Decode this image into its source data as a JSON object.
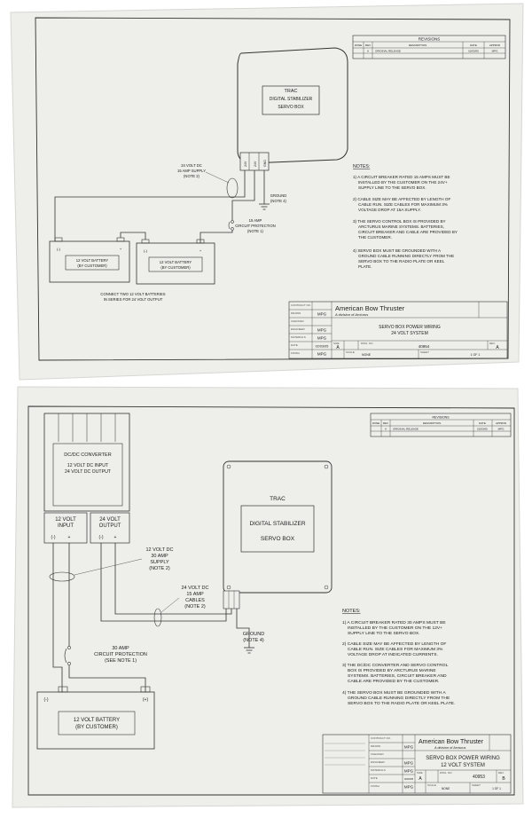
{
  "sheet_top": {
    "title_line": "TRAC",
    "servo_line1": "DIGITAL STABILIZER",
    "servo_line2": "SERVO BOX",
    "terminals": [
      "24V",
      "24V",
      "GND"
    ],
    "supply_label": [
      "24 VOLT DC",
      "15 AMP SUPPLY",
      "(NOTE 2)"
    ],
    "ground_label": [
      "GROUND",
      "(NOTE 4)"
    ],
    "circuit_label": [
      "15 AMP",
      "CIRCUIT PROTECTION",
      "(NOTE 1)"
    ],
    "battery_left": [
      "12 VOLT BATTERY",
      "(BY CUSTOMER)"
    ],
    "battery_right": [
      "12 VOLT BATTERY",
      "(BY CUSTOMER)"
    ],
    "battery_polarity": [
      "(-)",
      "+",
      "(-)",
      "+"
    ],
    "connect_label": [
      "CONNECT TWO 12 VOLT BATTERIES",
      "IN SERIES FOR 24 VOLT OUTPUT"
    ],
    "notes_title": "NOTES:",
    "notes": [
      [
        "1) A CIRCUIT BREAKER RATED 15 AMPS MUST BE",
        "INSTALLED BY THE CUSTOMER ON THE 24V+",
        "SUPPLY LINE TO THE SERVO BOX."
      ],
      [
        "2) CABLE SIZE MAY BE AFFECTED BY LENGTH OF",
        "CABLE RUN.  SIZE CABLES FOR MAXIMUM 3%",
        "VOLTAGE DROP AT 15A SUPPLY."
      ],
      [
        "3) THE SERVO CONTROL BOX IS PROVIDED BY",
        "ARCTURUS MARINE SYSTEMS.  BATTERIES,",
        "CIRCUIT BREAKER AND CABLE ARE PROVIDED BY",
        "THE CUSTOMER."
      ],
      [
        "4) SERVO BOX MUST BE GROUNDED WITH A",
        "GROUND CABLE RUNNING DIRECTLY FROM THE",
        "SERVO BOX TO THE RADIO PLATE OR KEEL",
        "PLATE."
      ]
    ],
    "revisions": {
      "title": "REVISIONS",
      "headers": [
        "ZONE",
        "REV",
        "DESCRIPTION",
        "DATE",
        "APPRVD"
      ],
      "row": [
        "",
        "A",
        "ORIGINAL RELEASE",
        "02/03/05",
        "MPG"
      ]
    },
    "title_block": {
      "company": "American Bow Thruster",
      "division": "A division of Arcturus",
      "title1": "SERVO BOX POWER WIRING",
      "title2": "24 VOLT SYSTEM",
      "left_labels": [
        "CONTRACT NO.",
        "DRAWN",
        "CHECKED",
        "ENGINEER",
        "MATERIALS",
        "DATE",
        "FINISH"
      ],
      "left_values": [
        "",
        "MPG",
        "",
        "MPG",
        "MPG",
        "02/03/05",
        "MPG"
      ],
      "size_label": "SIZE",
      "size": "A",
      "dwg_label": "DWG. NO.",
      "dwg_no": "40954",
      "rev_label": "REV.",
      "rev": "A",
      "scale_label": "SCALE",
      "scale": "NONE",
      "sheet_label": "SHEET",
      "sheet": "1 OF 1"
    }
  },
  "sheet_bottom": {
    "converter": [
      "DC/DC CONVERTER",
      "12 VOLT DC INPUT",
      "24 VOLT DC OUTPUT"
    ],
    "input_label": [
      "12 VOLT",
      "INPUT"
    ],
    "output_label": [
      "24 VOLT",
      "OUTPUT"
    ],
    "polarity": [
      "(-)",
      "+",
      "(-)",
      "+"
    ],
    "trac": "TRAC",
    "servo_line1": "DIGITAL STABILIZER",
    "servo_line2": "SERVO BOX",
    "supply_label": [
      "12 VOLT DC",
      "30 AMP",
      "SUPPLY",
      "(NOTE 2)"
    ],
    "cables_label": [
      "24 VOLT DC",
      "15 AMP",
      "CABLES",
      "(NOTE 2)"
    ],
    "ground_label": [
      "GROUND",
      "(NOTE 4)"
    ],
    "circuit_label": [
      "30 AMP",
      "CIRCUIT PROTECTION",
      "(SEE NOTE 1)"
    ],
    "battery": [
      "12 VOLT BATTERY",
      "(BY CUSTOMER)"
    ],
    "battery_polarity": [
      "(-)",
      "(+)"
    ],
    "notes_title": "NOTES:",
    "notes": [
      [
        "1) A CIRCUIT BREAKER RATED 30 AMPS MUST BE",
        "INSTALLED BY THE CUSTOMER ON THE 12V+",
        "SUPPLY LINE TO THE SERVO BOX."
      ],
      [
        "2) CABLE SIZE MAY BE AFFECTED BY LENGTH OF",
        "CABLE RUN.  SIZE CABLES FOR MAXIMUM 3%",
        "VOLTAGE DROP AT INDICATED CURRENTS."
      ],
      [
        "3) THE DC/DC CONVERTER AND SERVO CONTROL",
        "BOX IS PROVIDED BY ARCTURUS MARINE",
        "SYSTEMS.  BATTERIES, CIRCUIT BREAKER AND",
        "CABLE ARE PROVIDED BY THE CUSTOMER."
      ],
      [
        "4) THE SERVO BOX MUST BE GROUNDED WITH A",
        "GROUND CABLE RUNNING DIRECTLY FROM THE",
        "SERVO BOX TO THE RADIO PLATE OR KEEL PLATE."
      ]
    ],
    "revisions": {
      "title": "REVISIONS",
      "headers": [
        "ZONE",
        "REV",
        "DESCRIPTION",
        "DATE",
        "APPRVD"
      ],
      "row": [
        "",
        "A",
        "ORIGINAL RELEASE",
        "02/03/05",
        "MPG"
      ]
    },
    "title_block": {
      "company": "American Bow Thruster",
      "division": "A division of Arcturus",
      "title1": "SERVO BOX POWER WIRING",
      "title2": "12 VOLT SYSTEM",
      "left_labels": [
        "CONTRACT NO.",
        "DRAWN",
        "CHECKED",
        "ENGINEER",
        "MATERIALS",
        "DATE",
        "FINISH"
      ],
      "left_values": [
        "",
        "MPG",
        "",
        "MPG",
        "MPG",
        "02/03/05",
        "MPG"
      ],
      "size_label": "SIZE",
      "size": "A",
      "dwg_label": "DWG. NO.",
      "dwg_no": "40953",
      "rev_label": "REV.",
      "rev": "B",
      "scale_label": "SCALE",
      "scale": "NONE",
      "sheet_label": "SHEET",
      "sheet": "1 OF 1"
    }
  }
}
